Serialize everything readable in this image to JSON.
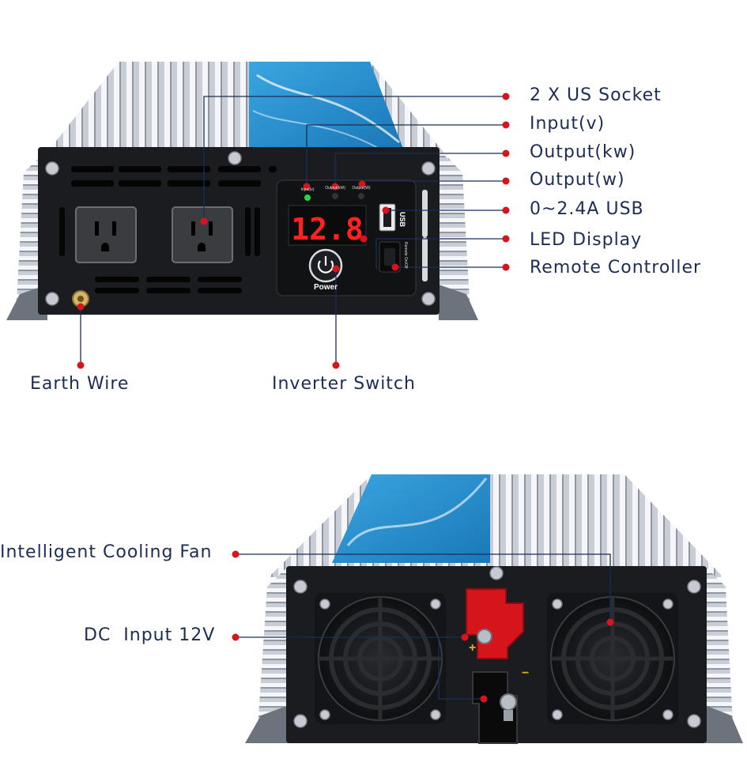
{
  "front_panel": {
    "callouts": {
      "us_socket": "2 X US Socket",
      "input_v": "Input(v)",
      "output_kw": "Output(kw)",
      "output_w": "Output(w)",
      "usb_spec": "0~2.4A USB",
      "led_display": "LED Display",
      "remote": "Remote Controller",
      "earth_wire": "Earth Wire",
      "inverter_switch": "Inverter Switch"
    },
    "display_value": "12.8",
    "power_label": "Power",
    "usb_label": "USB",
    "indicator_labels": [
      "Input(v)",
      "Output(kW)",
      "Output(W)"
    ],
    "remote_port_label": "Remote On/Off",
    "indicator_colors": {
      "input": "#2bd24a",
      "output": "#333333"
    }
  },
  "back_panel": {
    "callouts": {
      "cooling_fan": "Intelligent Cooling Fan",
      "dc_input": "DC  Input 12V"
    },
    "plus_sign": "+",
    "minus_sign": "−"
  },
  "colors": {
    "callout_text": "#1c2d55",
    "callout_line": "#1c2d55",
    "callout_dot": "#d6141c",
    "led_red": "#ff2222",
    "label_blue": "#1e8fcf",
    "panel": "#1b1c1f",
    "terminal_red": "#d6141c"
  }
}
